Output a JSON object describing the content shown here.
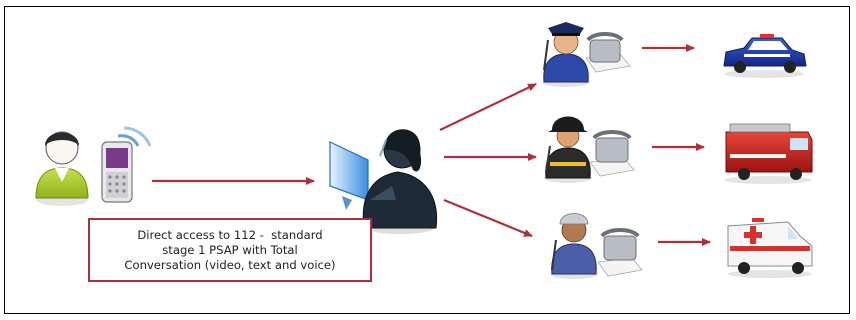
{
  "caption": {
    "line1": "Direct access to 112 -  standard",
    "line2": "stage 1 PSAP with Total",
    "line3": "Conversation (video, text and voice)"
  },
  "colors": {
    "arrow": "#b0303a",
    "frame": "#000000",
    "caption_border": "#b0303a"
  },
  "icons": {
    "caller": "person-icon",
    "phone": "mobile-phone-icon",
    "psap": "operator-with-screen-icon",
    "police_officer": "police-officer-icon",
    "firefighter": "firefighter-icon",
    "paramedic": "paramedic-icon",
    "desk_phone": "desk-phone-icon",
    "police_car": "police-car-icon",
    "fire_truck": "fire-truck-icon",
    "ambulance": "ambulance-icon"
  }
}
